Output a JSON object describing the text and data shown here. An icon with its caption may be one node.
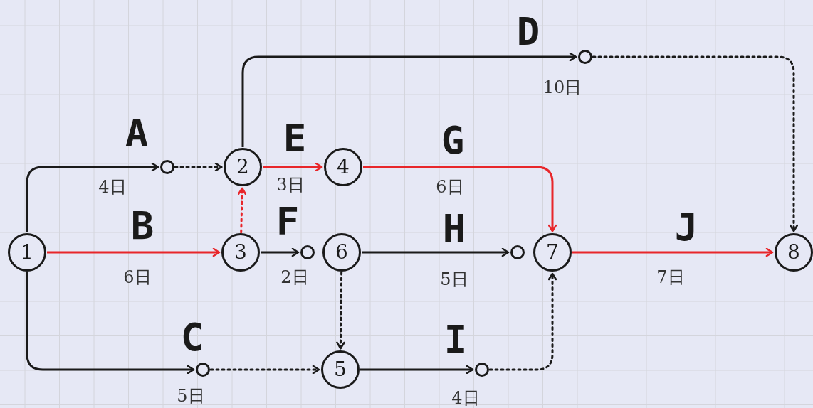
{
  "diagram": {
    "nodes": [
      {
        "text": [
          "1"
        ]
      },
      {
        "text": [
          "2"
        ]
      },
      {
        "text": [
          "3"
        ]
      },
      {
        "text": [
          "4"
        ]
      },
      {
        "text": [
          "5"
        ]
      },
      {
        "text": [
          "6"
        ]
      },
      {
        "text": [
          "7"
        ]
      },
      {
        "text": [
          "8"
        ]
      },
      {
        "text": [],
        "shape": "circle"
      },
      {
        "text": [],
        "shape": "circle"
      },
      {
        "text": [],
        "shape": "circle"
      },
      {
        "text": [],
        "shape": "circle"
      },
      {
        "text": [],
        "shape": "circle"
      },
      {
        "text": [],
        "shape": "circle"
      }
    ],
    "edges": [
      {
        "from": 0,
        "to": 8,
        "arrow": "to",
        "label": "A"
      },
      {
        "from": 8,
        "to": 1,
        "arrow": "to",
        "style": "dashed"
      },
      {
        "from": 0,
        "to": 2,
        "arrow": "to",
        "label": "B",
        "color": "#e8262a"
      },
      {
        "from": 0,
        "to": 12,
        "arrow": "to",
        "label": "C"
      },
      {
        "from": 12,
        "to": 4,
        "arrow": "to",
        "style": "dashed"
      },
      {
        "from": 1,
        "to": 9,
        "arrow": "to",
        "label": "D"
      },
      {
        "from": 9,
        "to": 7,
        "arrow": "to",
        "style": "dashed"
      },
      {
        "from": 1,
        "to": 3,
        "arrow": "to",
        "label": "E",
        "color": "#e8262a"
      },
      {
        "from": 2,
        "to": 1,
        "arrow": "to",
        "style": "dashed",
        "color": "#e8262a"
      },
      {
        "from": 2,
        "to": 10,
        "arrow": "to",
        "label": "F"
      },
      {
        "from": 3,
        "to": 6,
        "arrow": "to",
        "label": "G",
        "color": "#e8262a"
      },
      {
        "from": 5,
        "to": 11,
        "arrow": "to",
        "label": "H"
      },
      {
        "from": 5,
        "to": 4,
        "arrow": "to",
        "style": "dashed"
      },
      {
        "from": 4,
        "to": 13,
        "arrow": "to",
        "label": "I"
      },
      {
        "from": 13,
        "to": 6,
        "arrow": "to",
        "style": "dashed"
      },
      {
        "from": 6,
        "to": 7,
        "arrow": "to",
        "label": "J",
        "color": "#e8262a"
      }
    ],
    "labels": [
      "10日",
      "4日",
      "3日",
      "6日",
      "6日",
      "2日",
      "5日",
      "7日",
      "5日",
      "4日"
    ]
  }
}
